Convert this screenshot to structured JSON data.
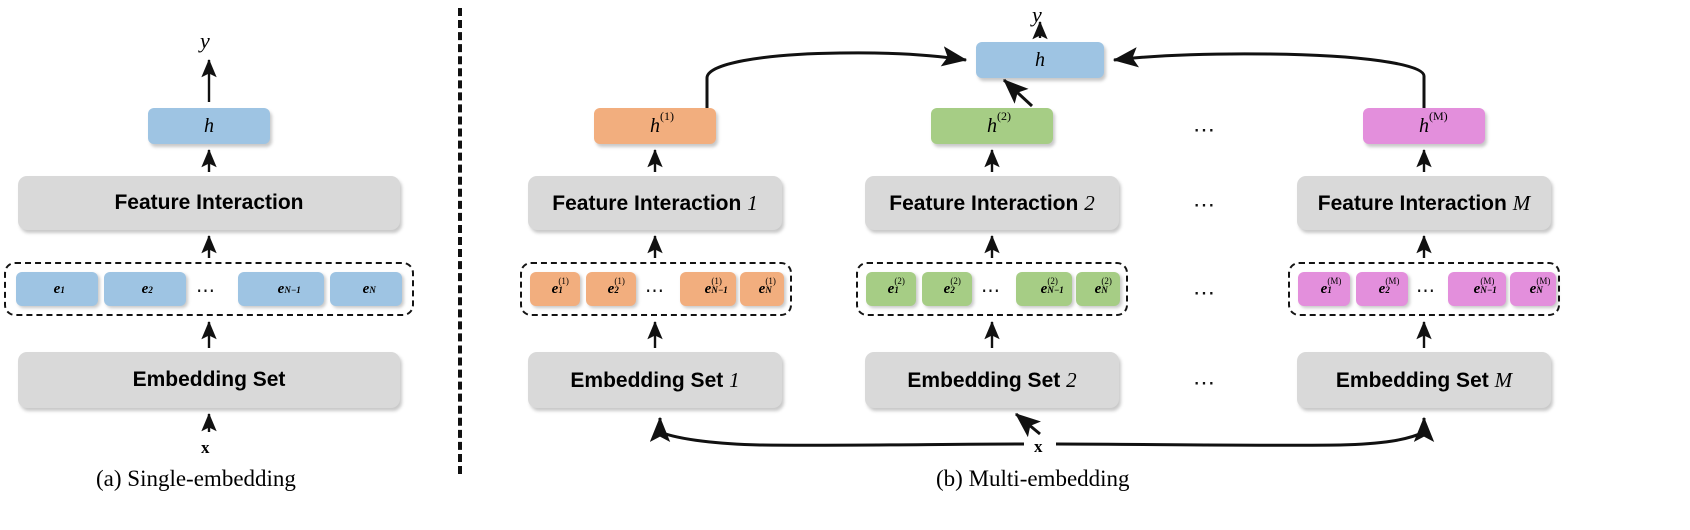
{
  "figure": {
    "panels": [
      {
        "id": "a",
        "caption": "(a) Single-embedding",
        "color": "#9ec4e3",
        "output_label": "y",
        "input_label": "x",
        "head_label": "h",
        "feature_interaction_label": "Feature Interaction",
        "feature_interaction_suffix": "",
        "embedding_set_label": "Embedding Set",
        "embedding_set_suffix": "",
        "ellipsis": "⋯",
        "embeddings": [
          {
            "base": "e",
            "sup": "",
            "sub": "1"
          },
          {
            "base": "e",
            "sup": "",
            "sub": "2"
          },
          {
            "base": "e",
            "sup": "",
            "sub": "N−1"
          },
          {
            "base": "e",
            "sup": "",
            "sub": "N"
          }
        ]
      },
      {
        "id": "b1",
        "color": "#f2ae7e",
        "head_label": "h",
        "head_sup": "(1)",
        "feature_interaction_label": "Feature Interaction",
        "feature_interaction_suffix": "1",
        "embedding_set_label": "Embedding Set",
        "embedding_set_suffix": "1",
        "ellipsis": "⋯",
        "embeddings": [
          {
            "base": "e",
            "sup": "(1)",
            "sub": "1"
          },
          {
            "base": "e",
            "sup": "(1)",
            "sub": "2"
          },
          {
            "base": "e",
            "sup": "(1)",
            "sub": "N−1"
          },
          {
            "base": "e",
            "sup": "(1)",
            "sub": "N"
          }
        ]
      },
      {
        "id": "b2",
        "color": "#a6cd85",
        "head_label": "h",
        "head_sup": "(2)",
        "feature_interaction_label": "Feature Interaction",
        "feature_interaction_suffix": "2",
        "embedding_set_label": "Embedding Set",
        "embedding_set_suffix": "2",
        "ellipsis": "⋯",
        "embeddings": [
          {
            "base": "e",
            "sup": "(2)",
            "sub": "1"
          },
          {
            "base": "e",
            "sup": "(2)",
            "sub": "2"
          },
          {
            "base": "e",
            "sup": "(2)",
            "sub": "N−1"
          },
          {
            "base": "e",
            "sup": "(2)",
            "sub": "N"
          }
        ]
      },
      {
        "id": "bM",
        "color": "#e38fdc",
        "head_label": "h",
        "head_sup": "(M)",
        "feature_interaction_label": "Feature Interaction",
        "feature_interaction_suffix": "M",
        "embedding_set_label": "Embedding Set",
        "embedding_set_suffix": "M",
        "ellipsis": "⋯",
        "embeddings": [
          {
            "base": "e",
            "sup": "(M)",
            "sub": "1"
          },
          {
            "base": "e",
            "sup": "(M)",
            "sub": "2"
          },
          {
            "base": "e",
            "sup": "(M)",
            "sub": "N−1"
          },
          {
            "base": "e",
            "sup": "(M)",
            "sub": "N"
          }
        ]
      }
    ],
    "panel_b": {
      "caption": "(b) Multi-embedding",
      "output_label": "y",
      "input_label": "x",
      "head_label": "h",
      "head_color": "#9ec4e3",
      "column_ellipsis": "⋯"
    },
    "colors": {
      "blue": "#9ec4e3",
      "orange": "#f2ae7e",
      "green": "#a6cd85",
      "magenta": "#e38fdc",
      "gray": "#d9d9d9",
      "stroke": "#111111",
      "background": "#ffffff"
    }
  }
}
